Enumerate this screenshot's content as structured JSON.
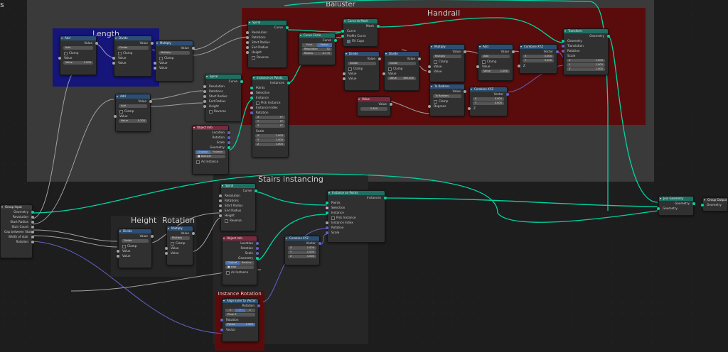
{
  "editor": {
    "corner_label": "s"
  },
  "frames": {
    "baluster": "Baluster",
    "handrail": "Handrail",
    "length": "Length",
    "stairs": "Stairs instancing",
    "height": "Height",
    "rotation": "Rotation",
    "instance_rotation": "Instance Rotation"
  },
  "colors": {
    "geometry_wire": "#00d6a3",
    "value_wire": "#a1a1a1",
    "vector_wire": "#6363c7",
    "baluster_frame": "#3a3a3a",
    "handrail_frame": "#5a0c0c",
    "length_frame": "#15157a"
  },
  "nodes": {
    "group_input": {
      "title": "Group Input",
      "outputs": [
        "Geometry",
        "Revolution",
        "Start Radius",
        "Stair Count",
        "Gap between Stairs",
        "Width of stair",
        "Rotation"
      ]
    },
    "add_top": {
      "title": "Add",
      "out": "Value",
      "mode": "Add",
      "clamp": "Clamp",
      "in": "Value",
      "value_label": "Value",
      "value": "1.000"
    },
    "divide_top": {
      "title": "Divide",
      "out": "Value",
      "mode": "Divide",
      "clamp": "Clamp",
      "in1": "Value",
      "in2": "Value"
    },
    "multiply_top": {
      "title": "Multiply",
      "out": "Value",
      "mode": "Multiply",
      "clamp": "Clamp",
      "in1": "Value",
      "in2": "Value"
    },
    "spiral_top": {
      "title": "Spiral",
      "out": "Curve",
      "inputs": [
        "Resolution",
        "Rotations",
        "Start Radius",
        "End Radius",
        "Height",
        "Reverse"
      ]
    },
    "spiral_mid": {
      "title": "Spiral",
      "out": "Curve",
      "inputs": [
        "Resolution",
        "Rotations",
        "Start Radius",
        "End Radius",
        "Height",
        "Reverse"
      ]
    },
    "add_mid": {
      "title": "Add",
      "out": "Value",
      "mode": "Add",
      "clamp": "Clamp",
      "in": "Value",
      "value_label": "Value",
      "value": "-0.200"
    },
    "object_info_top": {
      "title": "Object Info",
      "outputs": [
        "Location",
        "Rotation",
        "Scale",
        "Geometry"
      ],
      "original": "Original",
      "relative": "Relative",
      "object": "baluster",
      "as_instance": "As Instance"
    },
    "instance_top": {
      "title": "Instance on Points",
      "out": "Instances",
      "inputs": [
        "Points",
        "Selection",
        "Instance",
        "Pick Instance",
        "Instance Index",
        "Rotation"
      ],
      "rot_x": "0°",
      "rot_y": "0°",
      "rot_z": "0°",
      "scale_label": "Scale",
      "scale_x": "1.000",
      "scale_y": "1.000",
      "scale_z": "1.000"
    },
    "curve_circle": {
      "title": "Curve Circle",
      "out": "Curve",
      "point": "Point",
      "radius_mode": "Radius",
      "resolution_label": "Resolution",
      "resolution": "32",
      "radius_label": "Radius",
      "radius": "0.1 m"
    },
    "curve_to_mesh": {
      "title": "Curve to Mesh",
      "out": "Mesh",
      "inputs": [
        "Curve",
        "Profile Curve",
        "Fill Caps"
      ]
    },
    "divide_h1": {
      "title": "Divide",
      "out": "Value",
      "mode": "Divide",
      "clamp": "Clamp",
      "in1": "Value",
      "in2": "Value"
    },
    "divide_h2": {
      "title": "Divide",
      "out": "Value",
      "mode": "Divide",
      "clamp": "Clamp",
      "in1": "Value",
      "value_label": "Value",
      "value": "360.000"
    },
    "multiply_h": {
      "title": "Multiply",
      "out": "Value",
      "mode": "Multiply",
      "clamp": "Clamp",
      "in1": "Value",
      "in2": "Value"
    },
    "add_h": {
      "title": "Add",
      "out": "Value",
      "mode": "Add",
      "clamp": "Clamp",
      "in": "Value",
      "value_label": "Value",
      "value": "1.000"
    },
    "combine_xyz_h1": {
      "title": "Combine XYZ",
      "out": "Vector",
      "x_label": "X",
      "x": "0.000",
      "y_label": "Y",
      "y": "0.000",
      "z_label": "Z"
    },
    "transform": {
      "title": "Transform",
      "out": "Geometry",
      "inputs": [
        "Geometry",
        "Translation",
        "Rotation"
      ],
      "scale_label": "Scale",
      "sx": "1.000",
      "sy": "1.000",
      "sz": "1.000"
    },
    "to_radians": {
      "title": "To Radians",
      "out": "Value",
      "mode": "To Radians",
      "clamp": "Clamp",
      "in": "Degrees"
    },
    "value_node": {
      "title": "Value",
      "out": "Value",
      "value": "2.400"
    },
    "combine_xyz_h2": {
      "title": "Combine XYZ",
      "out": "Vector",
      "x_label": "X",
      "x": "0.000",
      "y_label": "Y",
      "y": "0.000",
      "z_label": "Z"
    },
    "spiral_bottom": {
      "title": "Spiral",
      "out": "Curve",
      "inputs": [
        "Resolution",
        "Rotations",
        "Start Radius",
        "End Radius",
        "Height",
        "Reverse"
      ]
    },
    "instance_bottom": {
      "title": "Instance on Points",
      "out": "Instances",
      "inputs": [
        "Points",
        "Selection",
        "Instance",
        "Pick Instance",
        "Instance Index",
        "Rotation",
        "Scale"
      ]
    },
    "divide_bottom": {
      "title": "Divide",
      "out": "Value",
      "mode": "Divide",
      "clamp": "Clamp",
      "in1": "Value",
      "in2": "Value"
    },
    "multiply_bottom": {
      "title": "Multiply",
      "out": "Value",
      "mode": "Multiply",
      "clamp": "Clamp",
      "in1": "Value",
      "in2": "Value"
    },
    "object_info_bottom": {
      "title": "Object Info",
      "outputs": [
        "Location",
        "Rotation",
        "Scale",
        "Geometry"
      ],
      "original": "Original",
      "relative": "Relative",
      "object": "stair",
      "as_instance": "As Instance"
    },
    "combine_xyz_bottom": {
      "title": "Combine XYZ",
      "out": "Vector",
      "x_label": "X",
      "x": "1.000",
      "y_label": "Y",
      "y": "1.000",
      "z_label": "Z",
      "z": "1.000"
    },
    "align_euler": {
      "title": "Align Euler to Vector",
      "out": "Rotation",
      "x": "X",
      "y": "Y",
      "z": "Z",
      "pivot_label": "Pivot",
      "pivot": "Z",
      "in_rotation": "Rotation",
      "factor_label": "Factor",
      "factor": "1.000",
      "in_vector": "Vector"
    },
    "join_geometry": {
      "title": "Join Geometry",
      "out": "Geometry",
      "in": "Geometry"
    },
    "group_output": {
      "title": "Group Output",
      "in": "Geometry"
    }
  }
}
